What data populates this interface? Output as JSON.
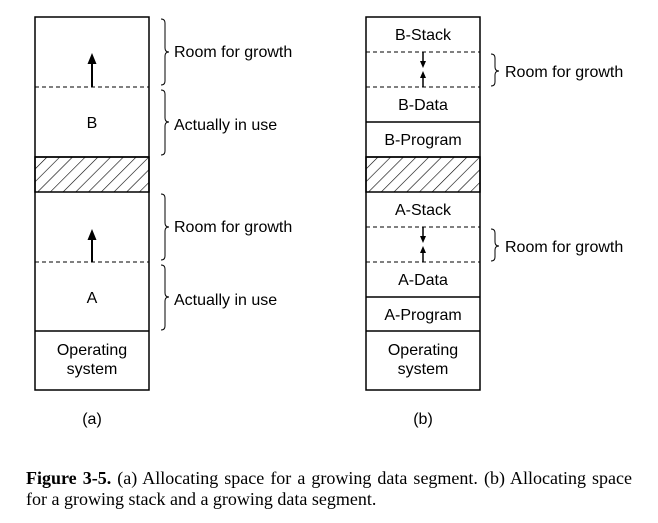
{
  "figure_a": {
    "label": "(a)",
    "seg_b": "B",
    "seg_a": "A",
    "os_line1": "Operating",
    "os_line2": "system",
    "brace_room_top": "Room for growth",
    "brace_use_top": "Actually in use",
    "brace_room_bottom": "Room for growth",
    "brace_use_bottom": "Actually in use"
  },
  "figure_b": {
    "label": "(b)",
    "b_stack": "B-Stack",
    "b_data": "B-Data",
    "b_program": "B-Program",
    "a_stack": "A-Stack",
    "a_data": "A-Data",
    "a_program": "A-Program",
    "os_line1": "Operating",
    "os_line2": "system",
    "brace_room_top": "Room for growth",
    "brace_room_bottom": "Room for growth"
  },
  "caption": {
    "prefix": "Figure 3-5.",
    "text": " (a) Allocating space for a growing data segment. (b) Allocating space for a growing stack and a growing data segment."
  }
}
